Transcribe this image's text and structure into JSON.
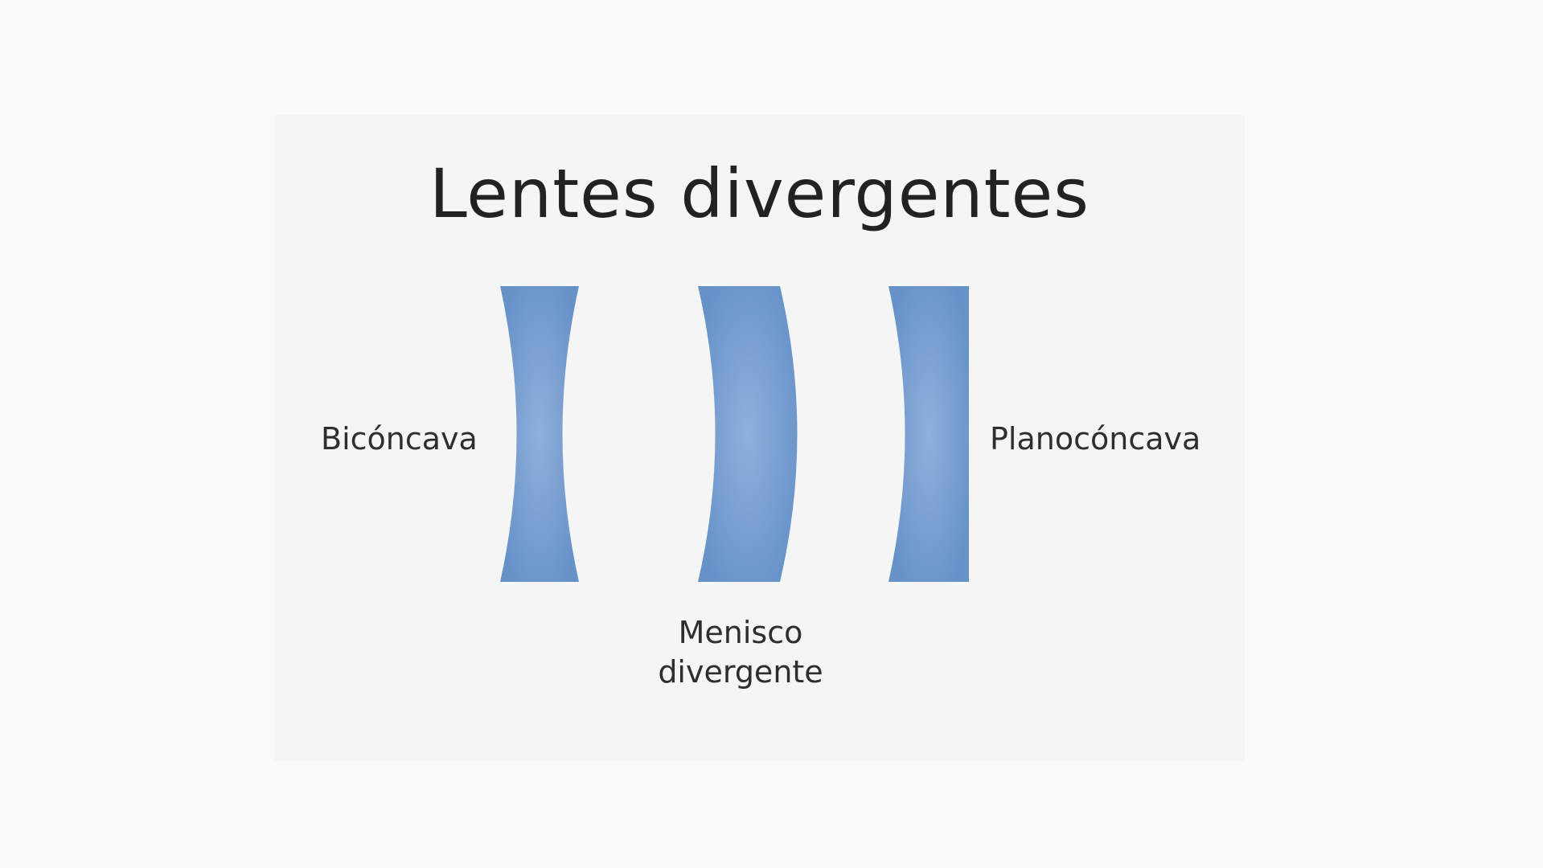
{
  "diagram": {
    "title": "Lentes divergentes",
    "lenses": [
      {
        "id": "biconcave",
        "label": "Bicóncava"
      },
      {
        "id": "meniscus",
        "label_line1": "Menisco",
        "label_line2": "divergente"
      },
      {
        "id": "planoconcave",
        "label": "Planocóncava"
      }
    ],
    "colors": {
      "lens_center": "#8fb0dc",
      "lens_edge": "#6692c8",
      "background": "#f5f5f5",
      "text": "#222222"
    }
  }
}
